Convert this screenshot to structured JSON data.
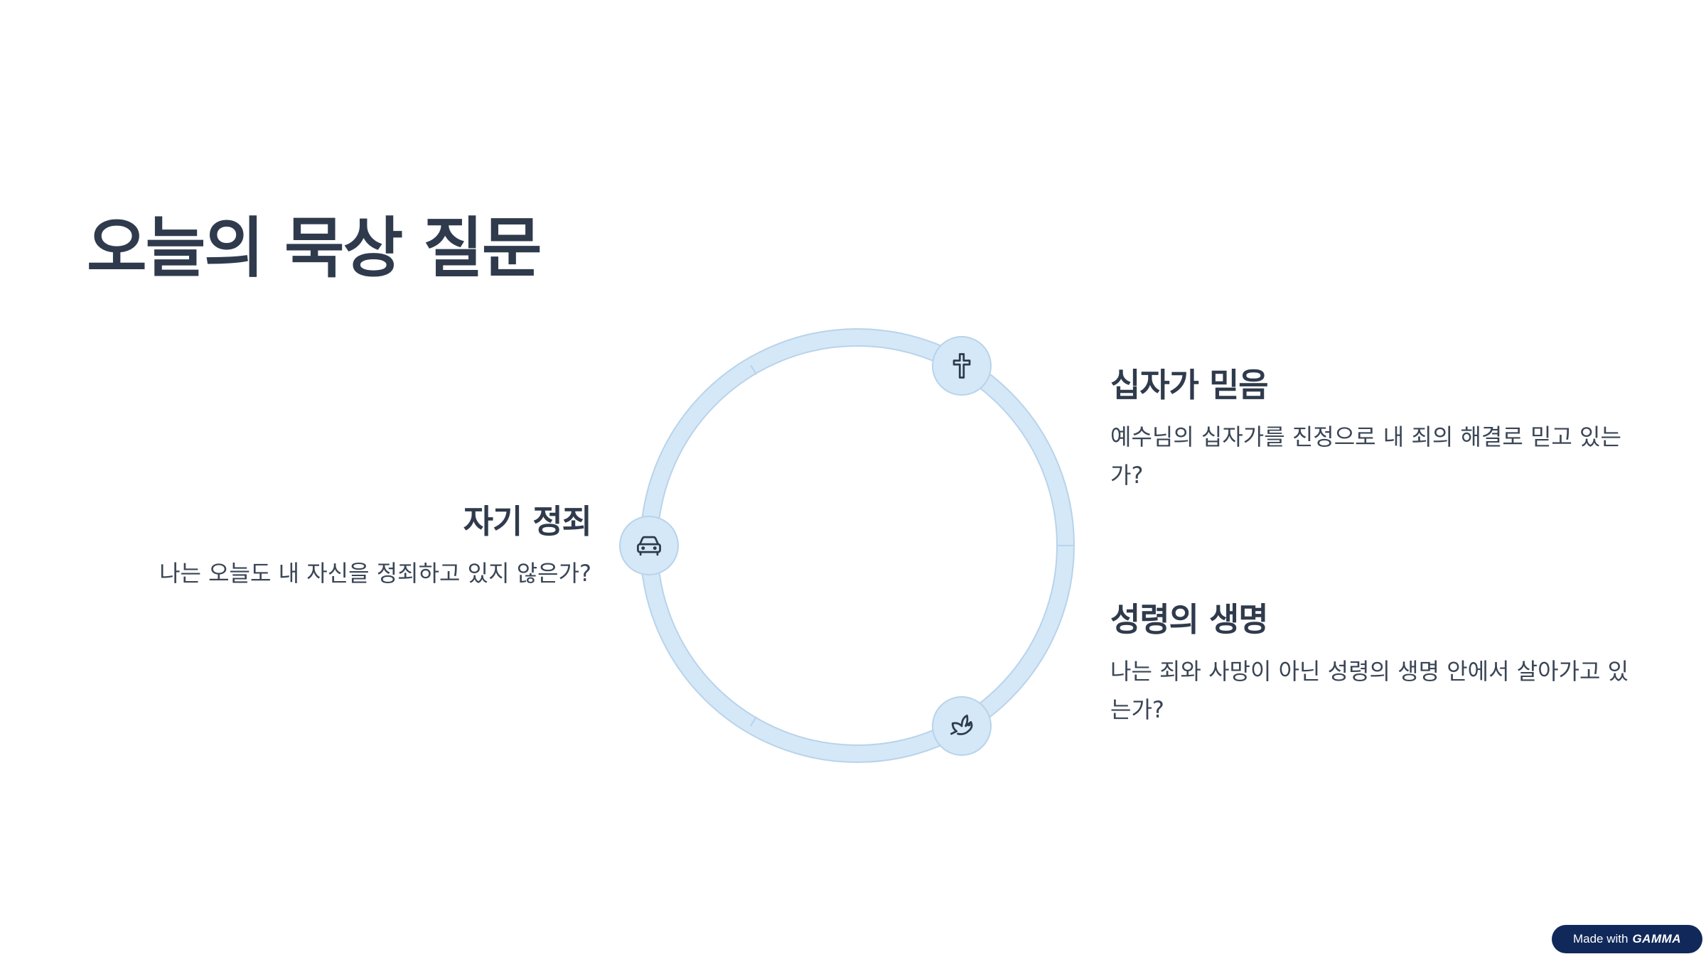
{
  "slide": {
    "title": "오늘의 묵상 질문"
  },
  "items": [
    {
      "title": "자기 정죄",
      "description": "나는 오늘도 내 자신을 정죄하고 있지 않은가?",
      "icon": "car-icon"
    },
    {
      "title": "십자가 믿음",
      "description": "예수님의 십자가를 진정으로 내 죄의 해결로 믿고 있는가?",
      "icon": "cross-icon"
    },
    {
      "title": "성령의 생명",
      "description": "나는 죄와 사망이 아닌 성령의 생명 안에서 살아가고 있는가?",
      "icon": "dove-icon"
    }
  ],
  "badge": {
    "prefix": "Made with",
    "brand": "GAMMA"
  },
  "colors": {
    "ring": "#d4e8f8",
    "ring_border": "#b9d3ea",
    "text_dark": "#2f3b4c",
    "badge_bg": "#10295a"
  }
}
